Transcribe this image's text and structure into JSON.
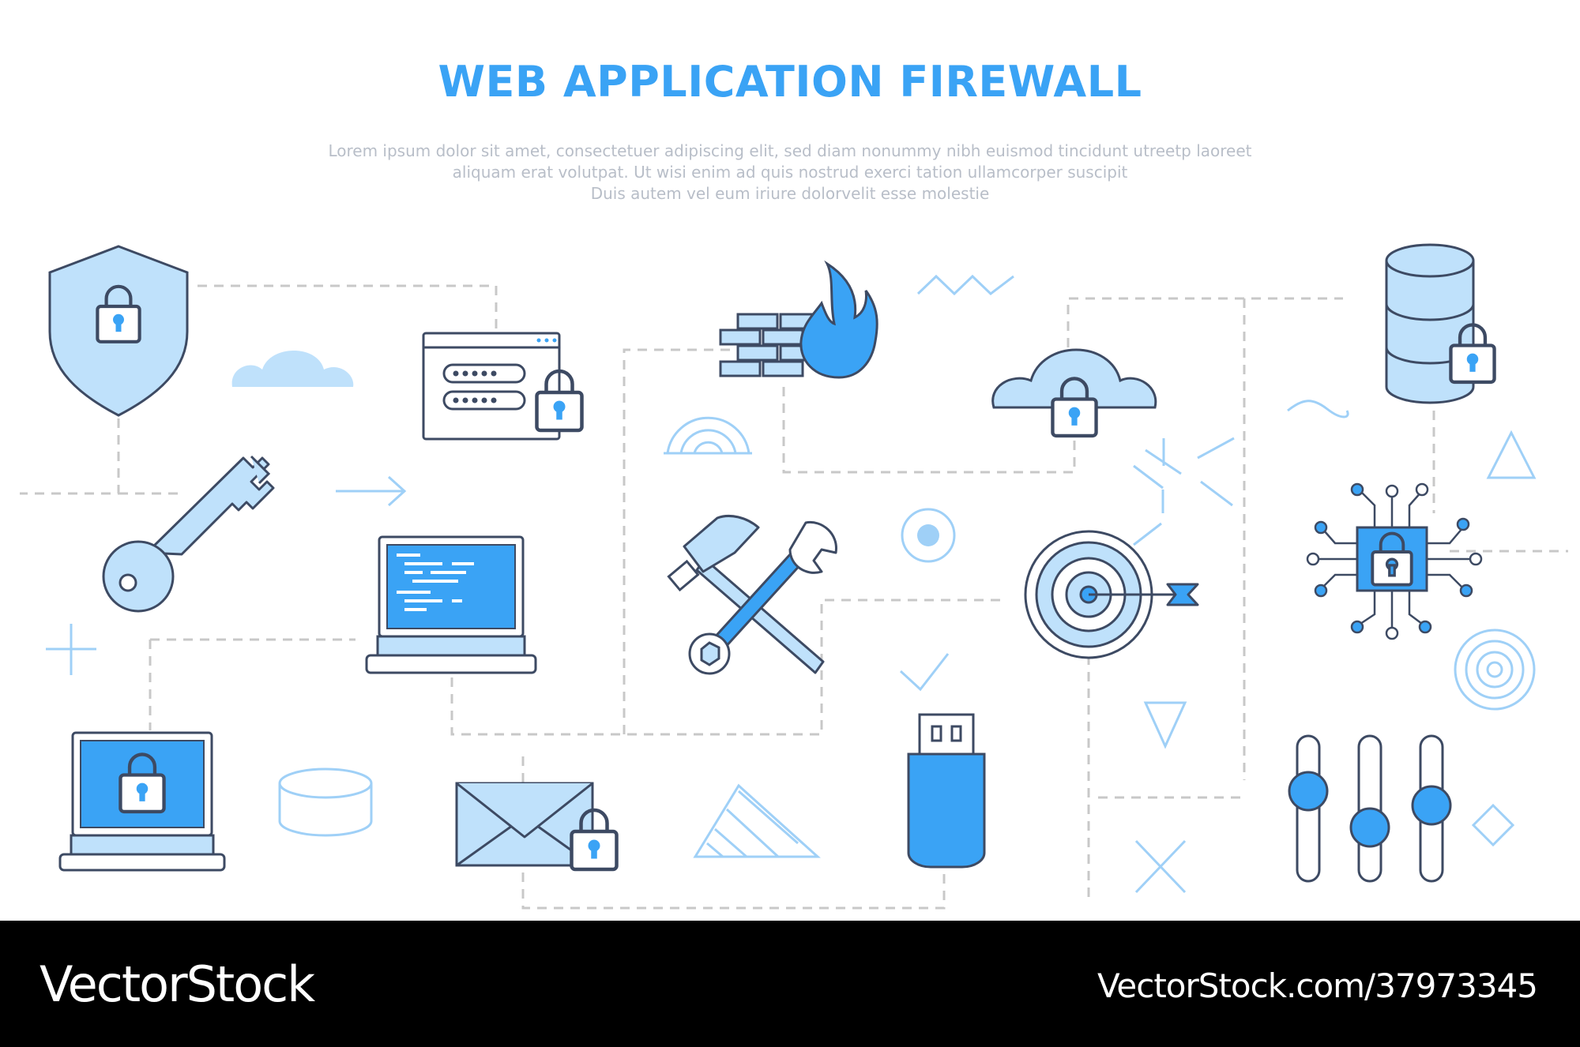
{
  "title": "WEB APPLICATION FIREWALL",
  "description": [
    "Lorem ipsum dolor sit amet, consectetuer adipiscing elit, sed diam nonummy nibh euismod tincidunt utreetp laoreet",
    "aliquam erat volutpat. Ut wisi enim ad  quis nostrud exerci tation ullamcorper suscipit",
    "Duis autem vel eum iriure dolorvelit esse molestie"
  ],
  "footer": {
    "brand": "VectorStock",
    "url": "VectorStock.com/37973345"
  },
  "colors": {
    "accent": "#3aa3f5",
    "light_fill": "#bfe1fb",
    "outline": "#3d4a63",
    "dashed": "#c8c8c8"
  },
  "icons": [
    "shield-lock-icon",
    "login-form-lock-icon",
    "firewall-fire-icon",
    "cloud-lock-icon",
    "database-lock-icon",
    "key-icon",
    "laptop-code-icon",
    "hammer-wrench-icon",
    "target-arrow-icon",
    "chip-lock-icon",
    "laptop-lock-icon",
    "mail-lock-icon",
    "usb-drive-icon",
    "sliders-icon"
  ]
}
